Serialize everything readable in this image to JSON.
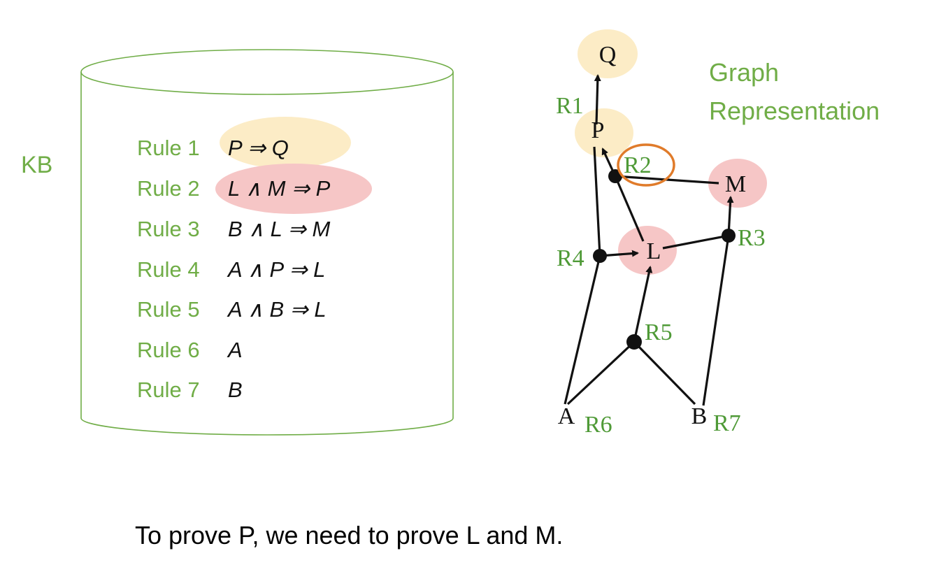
{
  "kb": {
    "label": "KB",
    "rules": [
      {
        "label": "Rule 1",
        "formula": "P ⇒ Q"
      },
      {
        "label": "Rule 2",
        "formula": "L ∧ M ⇒ P"
      },
      {
        "label": "Rule 3",
        "formula": "B ∧ L ⇒ M"
      },
      {
        "label": "Rule 4",
        "formula": "A ∧ P ⇒ L"
      },
      {
        "label": "Rule 5",
        "formula": "A ∧ B ⇒ L"
      },
      {
        "label": "Rule 6",
        "formula": "A"
      },
      {
        "label": "Rule 7",
        "formula": "B"
      }
    ]
  },
  "graph": {
    "title_line1": "Graph",
    "title_line2": "Representation",
    "nodes": {
      "Q": "Q",
      "P": "P",
      "M": "M",
      "L": "L",
      "A": "A",
      "B": "B"
    },
    "rules": {
      "R1": "R1",
      "R2": "R2",
      "R3": "R3",
      "R4": "R4",
      "R5": "R5",
      "R6": "R6",
      "R7": "R7"
    }
  },
  "colors": {
    "label_green": "#70ad47",
    "highlight_yellow": "#fcecc6",
    "highlight_pink": "#f6c6c6",
    "circle_orange": "#e07b2a"
  },
  "caption": "To prove P, we need to prove L and M."
}
